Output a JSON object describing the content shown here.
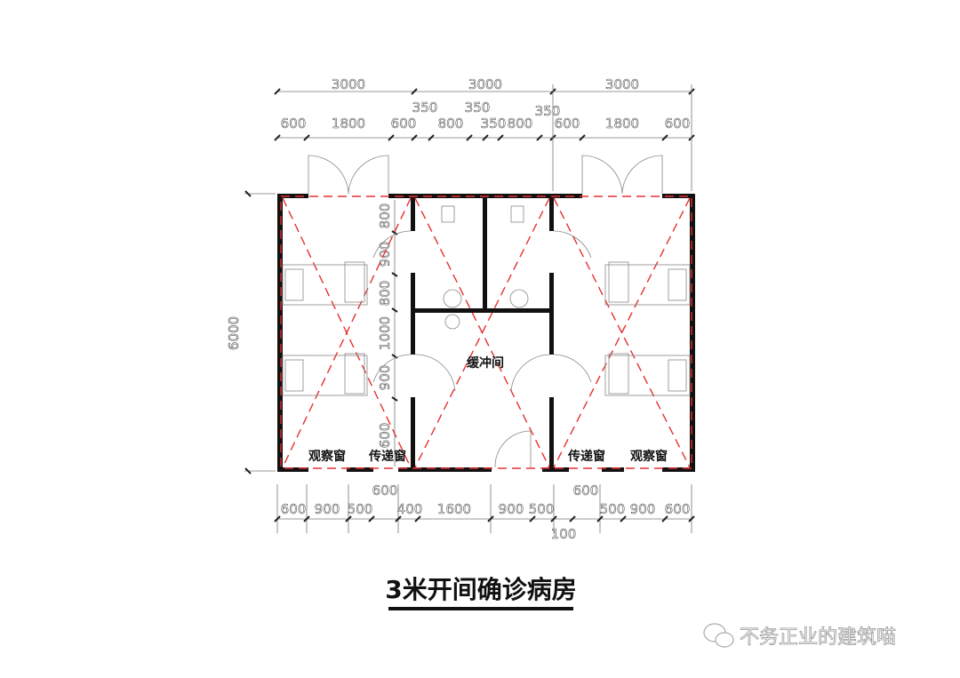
{
  "dimensions": {
    "top_overall": [
      "3000",
      "3000",
      "3000"
    ],
    "top_upper_small": [
      "350",
      "350",
      "350"
    ],
    "top_detail": [
      "600",
      "1800",
      "600",
      "800",
      "350",
      "800",
      "600",
      "1800",
      "600"
    ],
    "left_overall": "6000",
    "left_detail": [
      "800",
      "900",
      "800",
      "1000",
      "900",
      "600"
    ],
    "bottom_detail": [
      "600",
      "900",
      "500",
      "400",
      "1600",
      "900",
      "500",
      "500",
      "900",
      "600"
    ],
    "bottom_upper": [
      "600",
      "600"
    ],
    "bottom_lower": "100"
  },
  "rooms": {
    "buffer_room": "缓冲间",
    "observation_window_left": "观察窗",
    "pass_window_left": "传递窗",
    "pass_window_right": "传递窗",
    "observation_window_right": "观察窗"
  },
  "title": "3米开间确诊病房",
  "watermark": "不务正业的建筑喵"
}
